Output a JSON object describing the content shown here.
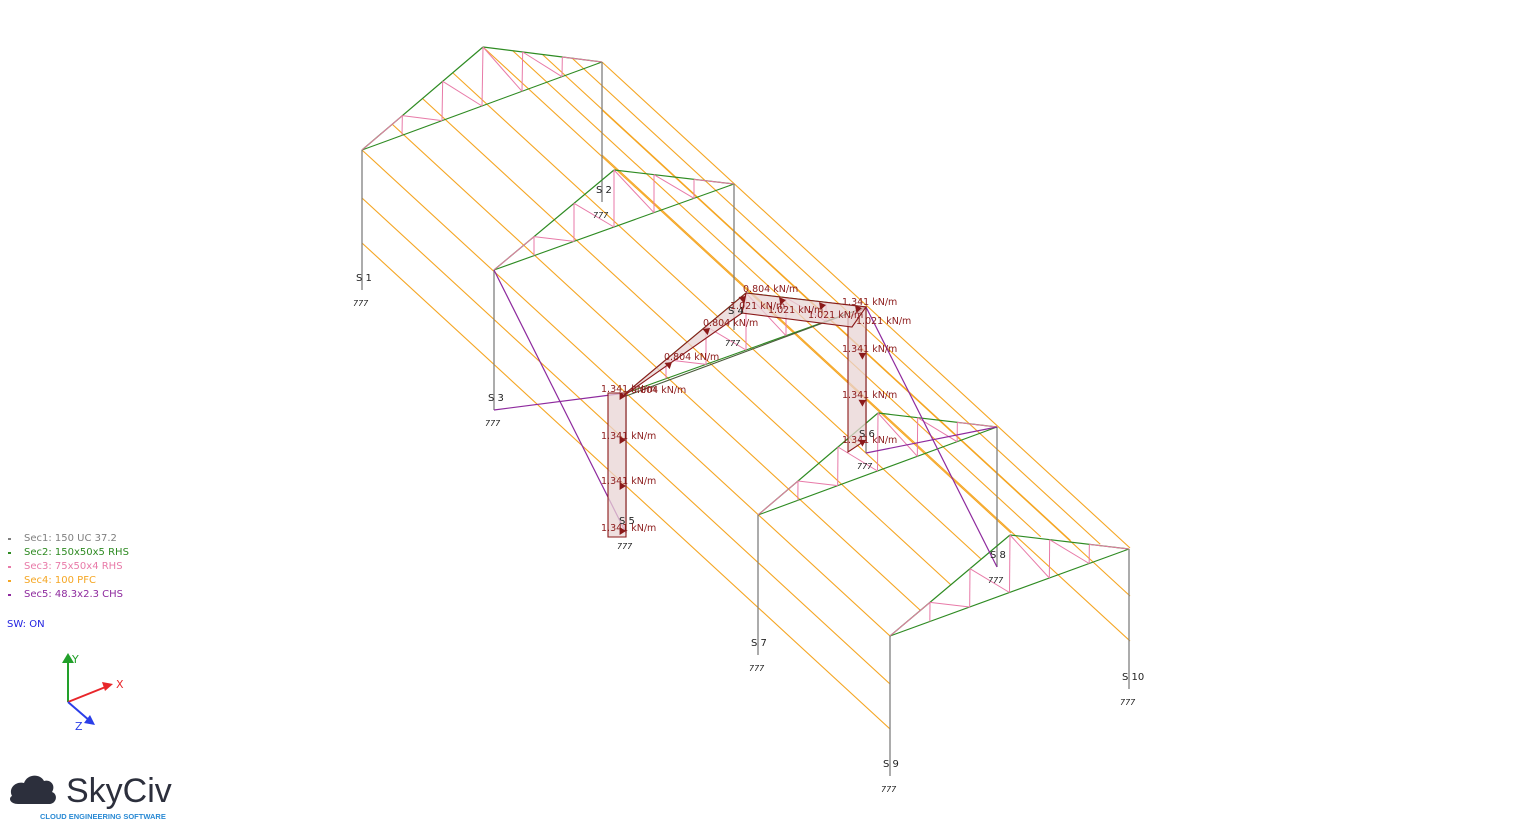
{
  "legend": {
    "sections": [
      {
        "label": "Sec1: 150 UC 37.2",
        "color": "#7f7f7f"
      },
      {
        "label": "Sec2: 150x50x5 RHS",
        "color": "#2e8b22"
      },
      {
        "label": "Sec3: 75x50x4 RHS",
        "color": "#e87aa8"
      },
      {
        "label": "Sec4: 100 PFC",
        "color": "#f5a623"
      },
      {
        "label": "Sec5: 48.3x2.3 CHS",
        "color": "#8e2a9e"
      }
    ],
    "sw": "SW: ON"
  },
  "supports": [
    {
      "label": "S 1"
    },
    {
      "label": "S 2"
    },
    {
      "label": "S 3"
    },
    {
      "label": "S 4"
    },
    {
      "label": "S 5"
    },
    {
      "label": "S 6"
    },
    {
      "label": "S 7"
    },
    {
      "label": "S 8"
    },
    {
      "label": "S 9"
    },
    {
      "label": "S 10"
    }
  ],
  "support_symbol": "777",
  "loads": {
    "column": "1.341 kN/m",
    "roof_a": "0.804 kN/m",
    "roof_b": "1.021 kN/m"
  },
  "axes": {
    "x": "X",
    "y": "Y",
    "z": "Z",
    "x_color": "#e8262a",
    "y_color": "#22a02a",
    "z_color": "#2a3ee8"
  },
  "logo": {
    "name": "SkyCiv",
    "tagline": "CLOUD ENGINEERING SOFTWARE",
    "color": "#2c2f3c",
    "tagline_color": "#2a8ad4"
  },
  "colors": {
    "load": "#8b1a1a",
    "load_fill": "#e8d4d4"
  }
}
